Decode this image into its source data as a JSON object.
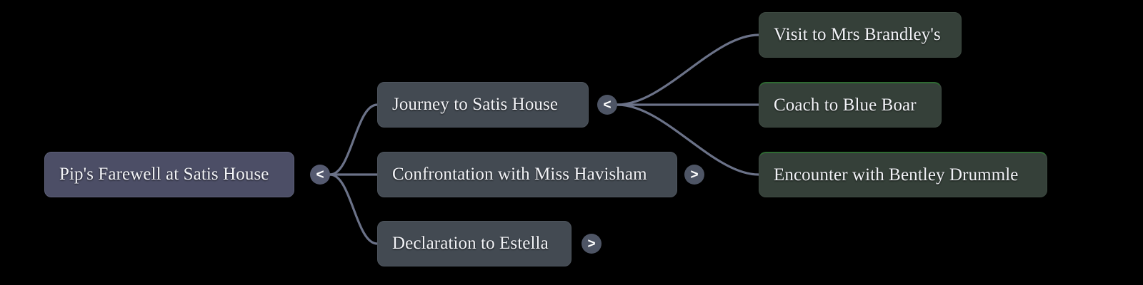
{
  "diagram": {
    "type": "mind-map",
    "background_color": "#000000",
    "edge_color": "#6b7288",
    "direction": "left-to-right",
    "levels": 3
  },
  "colors": {
    "root_fill": "#4c4e66",
    "level2_fill": "#434a52",
    "level3_fill": "#354039",
    "level3_accent": "#2f6b33",
    "toggle_fill": "#555a70",
    "text": "#f2f3f7"
  },
  "root": {
    "label": "Pip's Farewell at Satis House",
    "toggle": {
      "glyph": "<",
      "state": "expanded",
      "name": "collapse-toggle-root"
    }
  },
  "branches": [
    {
      "label": "Journey to Satis House",
      "toggle": {
        "glyph": "<",
        "state": "expanded"
      },
      "children": [
        {
          "label": "Visit to Mrs Brandley's",
          "accent": false
        },
        {
          "label": "Coach to Blue Boar",
          "accent": true
        },
        {
          "label": "Encounter with Bentley Drummle",
          "accent": true
        }
      ]
    },
    {
      "label": "Confrontation with Miss Havisham",
      "toggle": {
        "glyph": ">",
        "state": "collapsed"
      },
      "children": []
    },
    {
      "label": "Declaration to Estella",
      "toggle": {
        "glyph": ">",
        "state": "collapsed"
      },
      "children": []
    }
  ]
}
